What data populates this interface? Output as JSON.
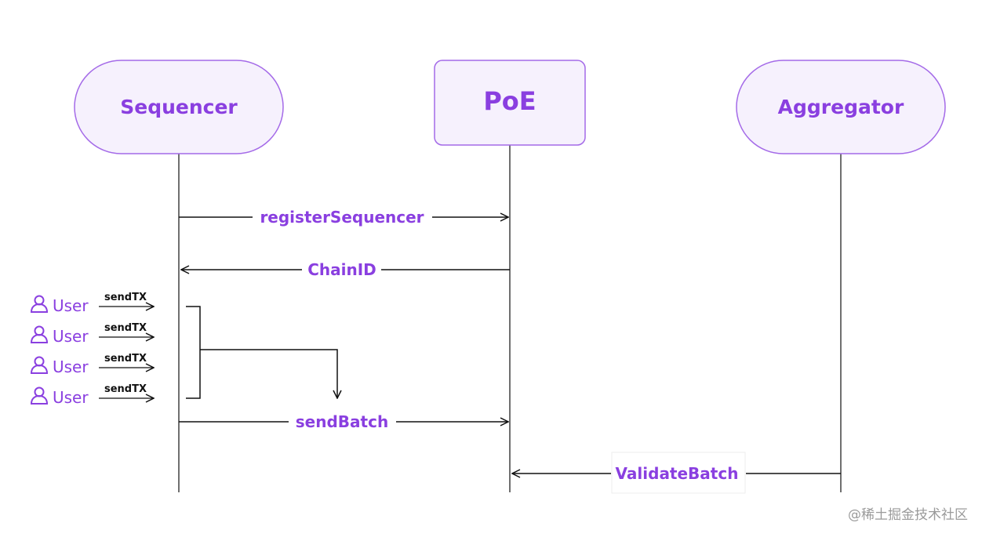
{
  "participants": {
    "sequencer": {
      "label": "Sequencer"
    },
    "poe": {
      "label": "PoE"
    },
    "aggregator": {
      "label": "Aggregator"
    }
  },
  "messages": {
    "register": {
      "label": "registerSequencer"
    },
    "chainid": {
      "label": "ChainID"
    },
    "sendbatch": {
      "label": "sendBatch"
    },
    "validate": {
      "label": "ValidateBatch"
    }
  },
  "users": [
    {
      "label": "User",
      "action": "sendTX"
    },
    {
      "label": "User",
      "action": "sendTX"
    },
    {
      "label": "User",
      "action": "sendTX"
    },
    {
      "label": "User",
      "action": "sendTX"
    }
  ],
  "watermark": "@稀土掘金技术社区",
  "colors": {
    "accent": "#8a3fe0",
    "box_fill": "#f6f1fd",
    "box_stroke": "#a46ae8",
    "line": "#111111"
  }
}
